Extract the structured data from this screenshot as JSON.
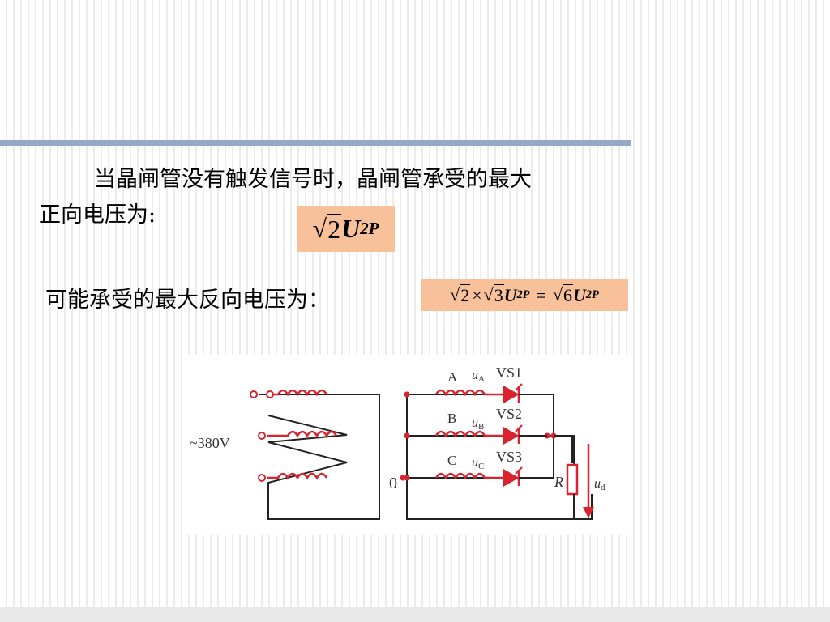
{
  "slide": {
    "paragraph_line1": "当晶闸管没有触发信号时，晶闸管承受的最大",
    "paragraph_line2": "正向电压为:",
    "formula1": {
      "radicand": "2",
      "symbol": "U",
      "subscript": "2P"
    },
    "line2_text": "可能承受的最大反向电压为：",
    "formula2": {
      "r1": "2",
      "times": "×",
      "r2": "3",
      "sym": "U",
      "sub": "2P",
      "eq": "=",
      "r3": "6"
    }
  },
  "circuit": {
    "source_label": "~380V",
    "neutral_label": "0",
    "phases": [
      {
        "phase": "A",
        "voltage_var": "u",
        "voltage_sub": "A",
        "thyristor": "VS1"
      },
      {
        "phase": "B",
        "voltage_var": "u",
        "voltage_sub": "B",
        "thyristor": "VS2"
      },
      {
        "phase": "C",
        "voltage_var": "u",
        "voltage_sub": "C",
        "thyristor": "VS3"
      }
    ],
    "load_label": "R",
    "output_var": "u",
    "output_sub": "d",
    "colors": {
      "wire": "#222222",
      "component": "#d9232e"
    }
  }
}
